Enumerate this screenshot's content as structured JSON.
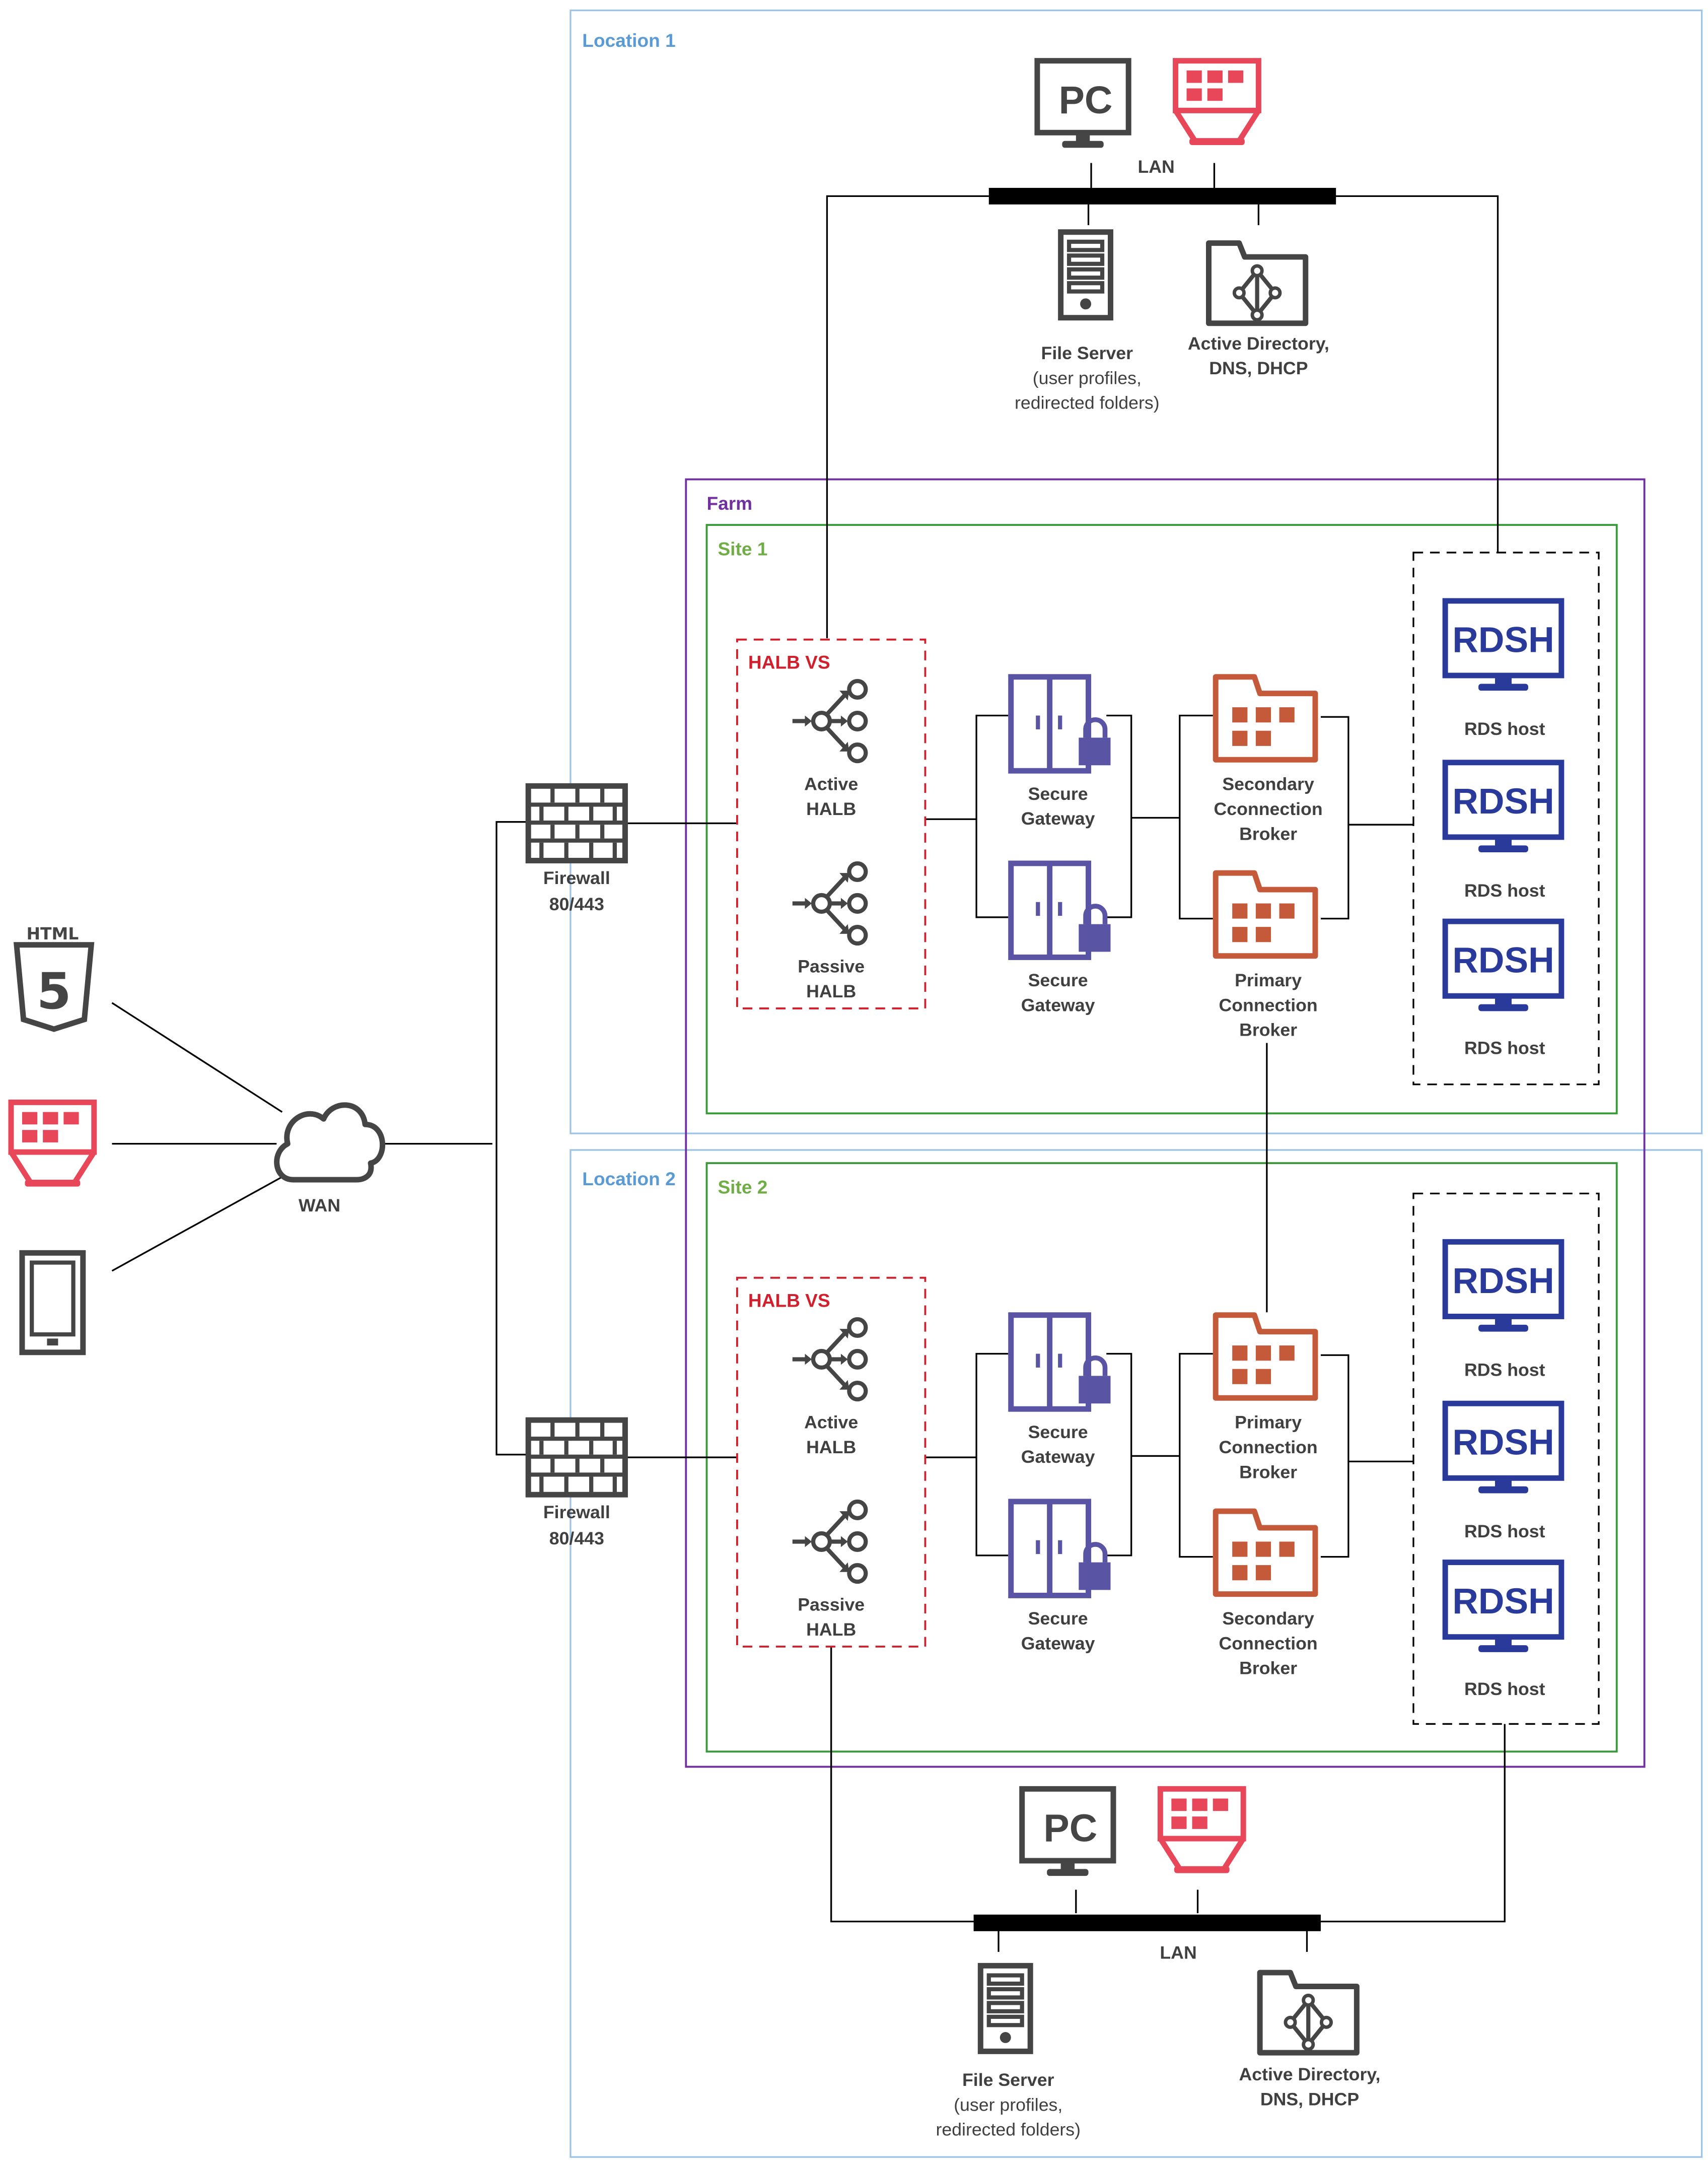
{
  "colors": {
    "location": "#5b9bd5",
    "farm": "#7030a0",
    "site": "#3a9a3a",
    "site_label": "#70ad47",
    "halb": "#d0202e",
    "gateway": "#5a54a4",
    "broker": "#c55a3a",
    "rdsh": "#2a3a9a",
    "client_red": "#e8475a",
    "dark_icon": "#454545"
  },
  "clients": {
    "html5": {
      "icon": "html5-icon",
      "text": "HTML",
      "digit": "5"
    },
    "thin_client": {
      "icon": "thin-client-icon"
    },
    "tablet": {
      "icon": "tablet-icon"
    }
  },
  "wan": {
    "label": "WAN"
  },
  "firewalls": [
    {
      "label1": "Firewall",
      "label2": "80/443"
    },
    {
      "label1": "Firewall",
      "label2": "80/443"
    }
  ],
  "farm": {
    "label": "Farm"
  },
  "locations": [
    {
      "label": "Location 1",
      "lan_label": "LAN",
      "pc_label": "PC",
      "file_server": {
        "title": "File Server",
        "sub1": "(user profiles,",
        "sub2": "redirected folders)"
      },
      "ad": {
        "line1": "Active Directory,",
        "line2": "DNS, DHCP"
      }
    },
    {
      "label": "Location 2",
      "lan_label": "LAN",
      "pc_label": "PC",
      "file_server": {
        "title": "File Server",
        "sub1": "(user profiles,",
        "sub2": "redirected folders)"
      },
      "ad": {
        "line1": "Active Directory,",
        "line2": "DNS, DHCP"
      }
    }
  ],
  "sites": [
    {
      "label": "Site 1",
      "halb_group": "HALB VS",
      "halb": [
        {
          "line1": "Active",
          "line2": "HALB"
        },
        {
          "line1": "Passive",
          "line2": "HALB"
        }
      ],
      "gateways": [
        {
          "line1": "Secure",
          "line2": "Gateway"
        },
        {
          "line1": "Secure",
          "line2": "Gateway"
        }
      ],
      "brokers": [
        {
          "line1": "Secondary",
          "line2": "Cconnection",
          "line3": "Broker"
        },
        {
          "line1": "Primary",
          "line2": "Connection",
          "line3": "Broker"
        }
      ],
      "rds_hosts": [
        {
          "badge": "RDSH",
          "label": "RDS host"
        },
        {
          "badge": "RDSH",
          "label": "RDS host"
        },
        {
          "badge": "RDSH",
          "label": "RDS host"
        }
      ]
    },
    {
      "label": "Site 2",
      "halb_group": "HALB VS",
      "halb": [
        {
          "line1": "Active",
          "line2": "HALB"
        },
        {
          "line1": "Passive",
          "line2": "HALB"
        }
      ],
      "gateways": [
        {
          "line1": "Secure",
          "line2": "Gateway"
        },
        {
          "line1": "Secure",
          "line2": "Gateway"
        }
      ],
      "brokers": [
        {
          "line1": "Primary",
          "line2": "Connection",
          "line3": "Broker"
        },
        {
          "line1": "Secondary",
          "line2": "Connection",
          "line3": "Broker"
        }
      ],
      "rds_hosts": [
        {
          "badge": "RDSH",
          "label": "RDS host"
        },
        {
          "badge": "RDSH",
          "label": "RDS host"
        },
        {
          "badge": "RDSH",
          "label": "RDS host"
        }
      ]
    }
  ]
}
